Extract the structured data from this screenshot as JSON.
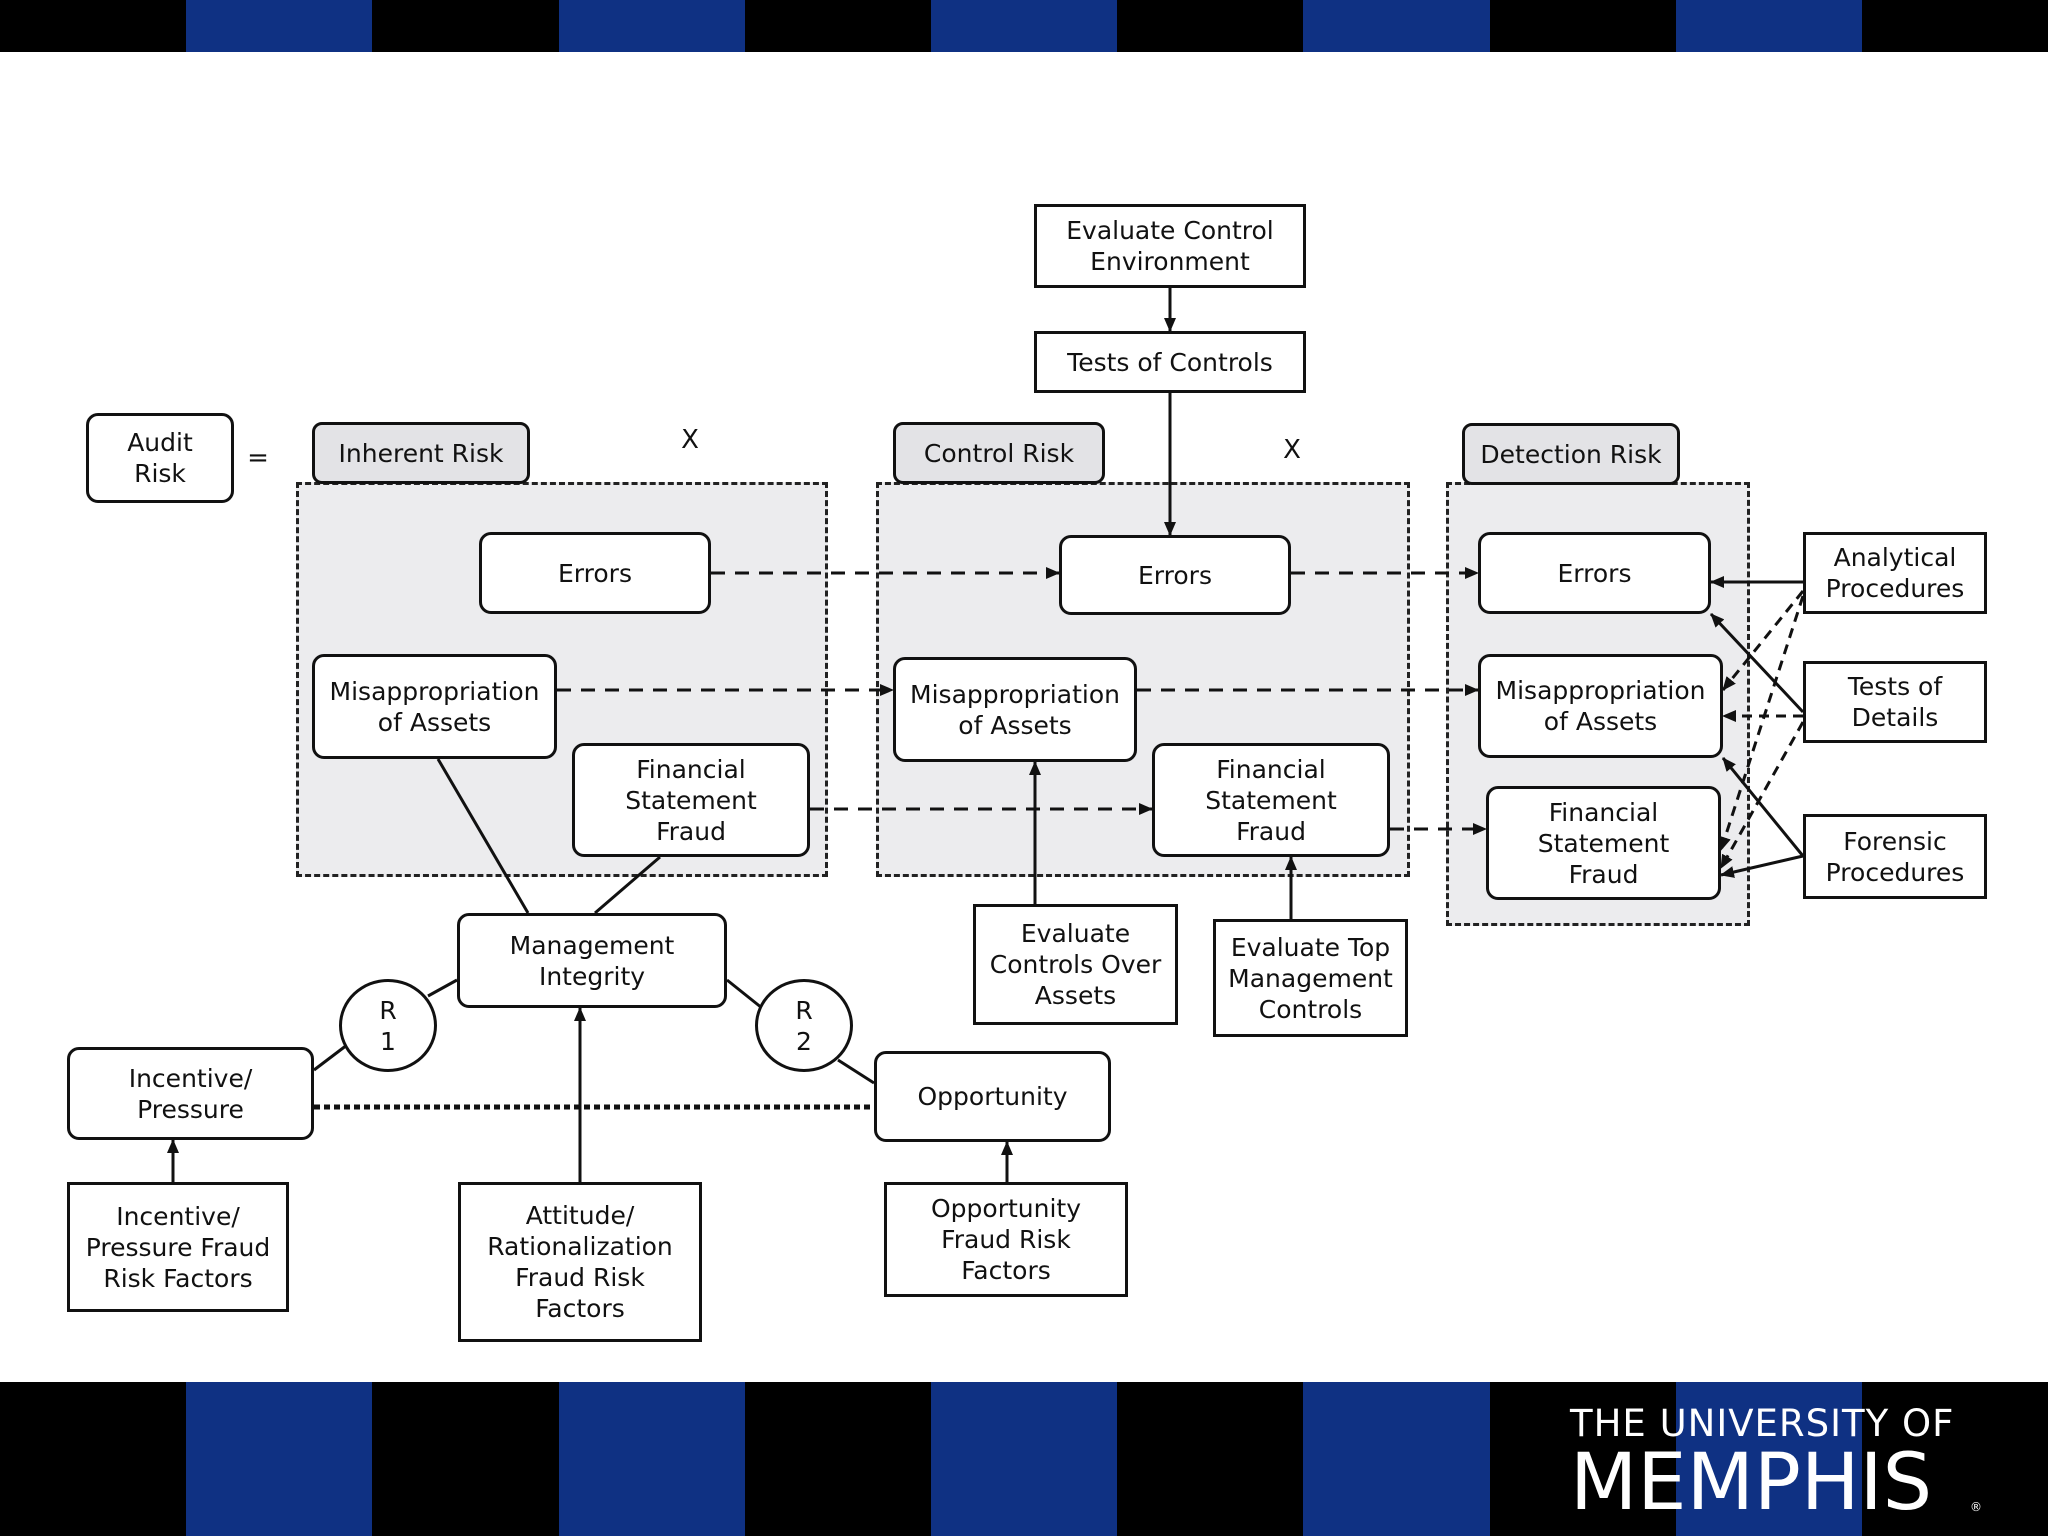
{
  "colors": {
    "band_black": "#000000",
    "band_blue": "#0f3183",
    "group_fill": "#ececee"
  },
  "footer": {
    "logo_line1": "THE UNIVERSITY OF",
    "logo_line2": "MEMPHIS",
    "logo_mark": "®"
  },
  "diagram": {
    "nodes": [
      {
        "id": "evaluate-control-environment",
        "text": "Evaluate Control\nEnvironment"
      },
      {
        "id": "tests-of-controls",
        "text": "Tests of Controls"
      },
      {
        "id": "audit-risk",
        "text": "Audit\nRisk"
      },
      {
        "id": "equals-sign",
        "text": "="
      },
      {
        "id": "inherent-risk",
        "text": "Inherent Risk"
      },
      {
        "id": "times-sign-1",
        "text": "X"
      },
      {
        "id": "control-risk",
        "text": "Control Risk"
      },
      {
        "id": "times-sign-2",
        "text": "X"
      },
      {
        "id": "detection-risk",
        "text": "Detection Risk"
      },
      {
        "id": "ir-errors",
        "text": "Errors"
      },
      {
        "id": "ir-misappropriation",
        "text": "Misappropriation\nof Assets"
      },
      {
        "id": "ir-fs-fraud",
        "text": "Financial\nStatement\nFraud"
      },
      {
        "id": "cr-errors",
        "text": "Errors"
      },
      {
        "id": "cr-misappropriation",
        "text": "Misappropriation\nof Assets"
      },
      {
        "id": "cr-fs-fraud",
        "text": "Financial\nStatement\nFraud"
      },
      {
        "id": "dr-errors",
        "text": "Errors"
      },
      {
        "id": "dr-misappropriation",
        "text": "Misappropriation\nof Assets"
      },
      {
        "id": "dr-fs-fraud",
        "text": "Financial\nStatement\nFraud"
      },
      {
        "id": "analytical-procedures",
        "text": "Analytical\nProcedures"
      },
      {
        "id": "tests-of-details",
        "text": "Tests of\nDetails"
      },
      {
        "id": "forensic-procedures",
        "text": "Forensic\nProcedures"
      },
      {
        "id": "management-integrity",
        "text": "Management\nIntegrity"
      },
      {
        "id": "r1",
        "text": "R\n1"
      },
      {
        "id": "r2",
        "text": "R\n2"
      },
      {
        "id": "incentive-pressure",
        "text": "Incentive/\nPressure"
      },
      {
        "id": "opportunity",
        "text": "Opportunity"
      },
      {
        "id": "evaluate-controls-over-assets",
        "text": "Evaluate\nControls Over\nAssets"
      },
      {
        "id": "evaluate-top-management-controls",
        "text": "Evaluate Top\nManagement\nControls"
      },
      {
        "id": "incentive-pressure-factors",
        "text": "Incentive/\nPressure Fraud\nRisk Factors"
      },
      {
        "id": "attitude-rationalization-factors",
        "text": "Attitude/\nRationalization\nFraud Risk\nFactors"
      },
      {
        "id": "opportunity-factors",
        "text": "Opportunity\nFraud Risk\nFactors"
      }
    ]
  }
}
